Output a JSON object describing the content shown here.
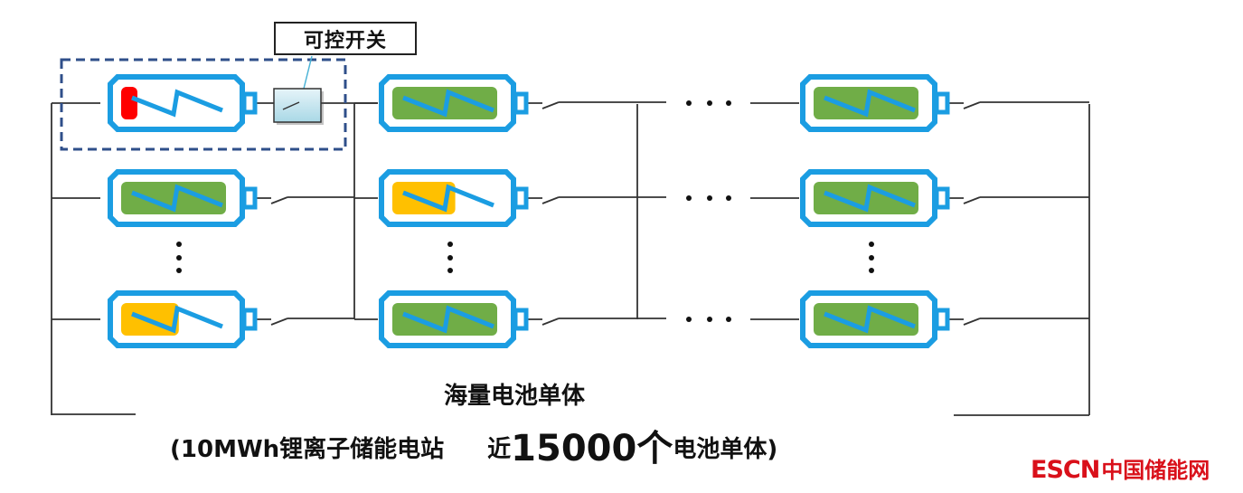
{
  "diagram": {
    "switch_label": "可控开关",
    "caption_title": "海量电池单体",
    "caption_detail_prefix": "(10MWh锂离子储能电站",
    "caption_detail_near": "近",
    "caption_detail_count": "15000个",
    "caption_detail_suffix": "电池单体)",
    "columns": [
      {
        "rows": [
          {
            "state": "low",
            "charge": 0.1,
            "fill_color": "#ff0000"
          },
          {
            "state": "full",
            "charge": 1.0,
            "fill_color": "#70ad47"
          },
          {
            "state": "partial",
            "charge": 0.55,
            "fill_color": "#ffc000"
          }
        ]
      },
      {
        "rows": [
          {
            "state": "full",
            "charge": 1.0,
            "fill_color": "#70ad47"
          },
          {
            "state": "partial",
            "charge": 0.6,
            "fill_color": "#ffc000"
          },
          {
            "state": "full",
            "charge": 1.0,
            "fill_color": "#70ad47"
          }
        ]
      },
      {
        "rows": [
          {
            "state": "full",
            "charge": 1.0,
            "fill_color": "#70ad47"
          },
          {
            "state": "full",
            "charge": 1.0,
            "fill_color": "#70ad47"
          },
          {
            "state": "full",
            "charge": 1.0,
            "fill_color": "#70ad47"
          }
        ]
      }
    ],
    "colors": {
      "battery_outline": "#1b9de2",
      "bolt": "#1b9de2",
      "wire": "#333333",
      "dashed_highlight": "#2f4f8a",
      "switch_fill": "#c9e7f0"
    }
  },
  "watermark": {
    "brand": "ESCN",
    "name": "中国储能网",
    "color": "#d9101a"
  }
}
